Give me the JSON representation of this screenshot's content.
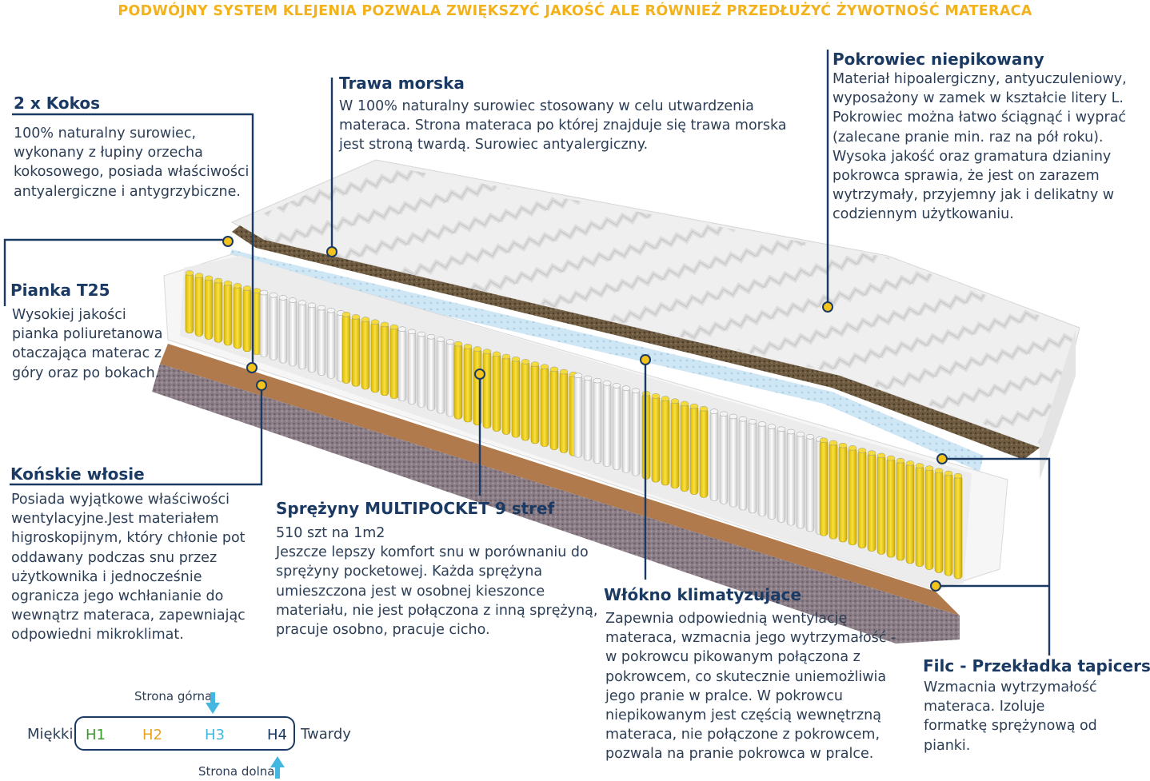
{
  "banner": "PODWÓJNY SYSTEM KLEJENIA POZWALA ZWIĘKSZYĆ JAKOŚĆ ALE RÓWNIEŻ PRZEDŁUŻYĆ ŻYWOTNOŚĆ MATERACA",
  "kokos": {
    "title": "2 x Kokos",
    "lines": [
      "100% naturalny surowiec,",
      "wykonany z łupiny orzecha",
      "kokosowego, posiada właściwości",
      "antyalergiczne i antygrzybiczne."
    ]
  },
  "trawa": {
    "title": "Trawa morska",
    "lines": [
      "W 100% naturalny surowiec stosowany w celu utwardzenia",
      "materaca. Strona materaca po której znajduje się trawa morska",
      "jest stroną twardą. Surowiec antyalergiczny."
    ]
  },
  "pokrowiec": {
    "title": "Pokrowiec  niepikowany",
    "lines": [
      "Materiał hipoalergiczny, antyuczuleniowy,",
      "wyposażony w zamek w kształcie litery L.",
      "Pokrowiec można łatwo ściągnąć i wyprać",
      "(zalecane pranie min.  raz na pół roku).",
      "Wysoka jakość oraz gramatura dzianiny",
      "pokrowca sprawia, że jest on zarazem",
      "wytrzymały, przyjemny jak i delikatny w",
      "codziennym użytkowaniu."
    ]
  },
  "pianka": {
    "title": "Pianka T25",
    "lines": [
      "Wysokiej jakości",
      "pianka poliuretanowa",
      "otaczająca materac z",
      "góry oraz po bokach."
    ]
  },
  "konskie": {
    "title": "Końskie włosie",
    "lines": [
      "Posiada wyjątkowe właściwości",
      "wentylacyjne.Jest materiałem",
      "higroskopijnym, który chłonie pot",
      "oddawany podczas snu przez",
      "użytkownika i jednocześnie",
      "ogranicza jego wchłanianie do",
      "wewnątrz materaca, zapewniając",
      "odpowiedni mikroklimat."
    ]
  },
  "sprezyny": {
    "title": "Sprężyny MULTIPOCKET  9 stref",
    "lines": [
      "510 szt na 1m2",
      "Jeszcze lepszy komfort snu w porównaniu do",
      "sprężyny pocketowej. Każda sprężyna",
      "umieszczona jest w osobnej kieszonce",
      "materiału, nie jest połączona z inną sprężyną,",
      "pracuje osobno, pracuje cicho."
    ]
  },
  "wlokno": {
    "title": "Włókno klimatyzujące",
    "lines": [
      "Zapewnia odpowiednią wentylację",
      "materaca, wzmacnia jego wytrzymałość -",
      "w pokrowcu pikowanym połączona z",
      "pokrowcem, co skutecznie uniemożliwia",
      "jego pranie w pralce. W pokrowcu",
      "niepikowanym jest częścią wewnętrzną",
      "materaca, nie połączone z pokrowcem,",
      "pozwala na pranie pokrowca w pralce."
    ]
  },
  "filc": {
    "title": "Filc - Przekładka tapicerska",
    "lines": [
      "Wzmacnia wytrzymałość",
      "materaca. Izoluje",
      "formatkę sprężynową od",
      "pianki."
    ]
  },
  "scale": {
    "left": "Miękki",
    "right": "Twardy",
    "h1": "H1",
    "h2": "H2",
    "h3": "H3",
    "h4": "H4",
    "top_side": "Strona górna",
    "bottom_side": "Strona dolna",
    "colors": {
      "h1": "#3a9a2e",
      "h2": "#e7a421",
      "h3": "#43b7e0",
      "h4": "#1b3a63"
    }
  },
  "colors": {
    "banner": "#f3b21b",
    "line": "#1b3a63",
    "spring_yellow": "#f2d21a",
    "spring_white": "#eeeeee",
    "arrow": "#43b7e0"
  }
}
